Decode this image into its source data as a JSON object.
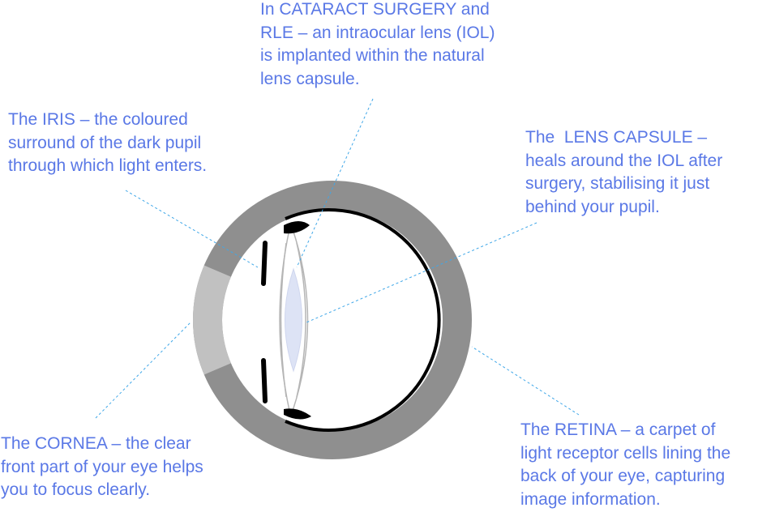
{
  "annotations": {
    "iol": {
      "lines": [
        "In CATARACT SURGERY and",
        "RLE – an intraocular lens (IOL)",
        "is implanted within the natural",
        "lens capsule."
      ]
    },
    "iris": {
      "lines": [
        "The IRIS – the coloured",
        "surround of the dark pupil",
        "through which light enters."
      ]
    },
    "lens_capsule": {
      "lines": [
        "The  LENS CAPSULE –",
        "heals around the IOL after",
        "surgery, stabilising it just",
        "behind your pupil."
      ]
    },
    "cornea": {
      "lines": [
        "The CORNEA – the clear",
        "front part of your eye helps",
        "you to focus clearly."
      ]
    },
    "retina": {
      "lines": [
        "The RETINA – a carpet of",
        "light receptor cells lining the",
        "back of your eye, capturing",
        "image information."
      ]
    }
  },
  "colors": {
    "label_text": "#5a78e6",
    "leader_line": "#3fa7e8",
    "sclera": "#8f8f8f",
    "cornea": "#c1c1c1",
    "retina": "#000000",
    "iris": "#000000",
    "lens_fill": "#dde3f5",
    "capsule": "#b5b5b5"
  }
}
